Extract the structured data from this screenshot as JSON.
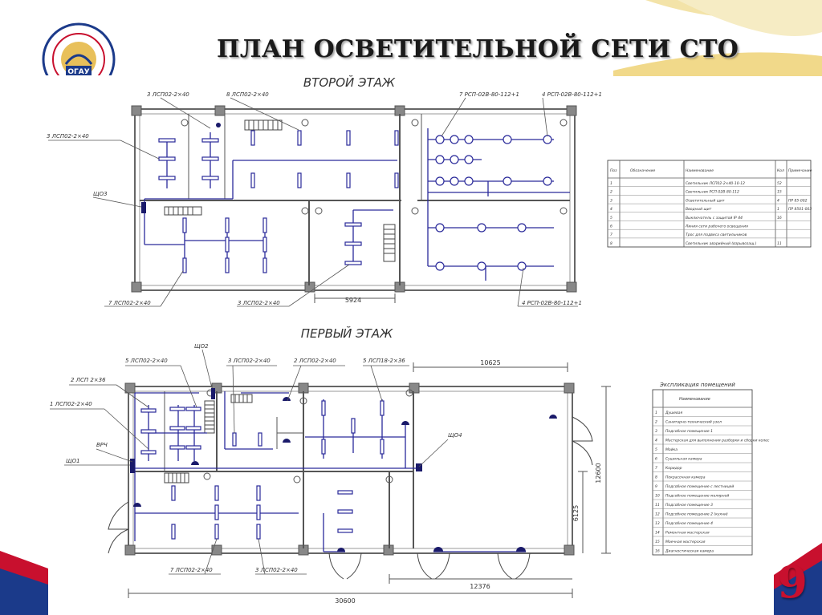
{
  "slide": {
    "title": "ПЛАН ОСВЕТИТЕЛЬНОЙ СЕТИ СТО",
    "page_number": "9",
    "logo_text": "ОГАУ"
  },
  "second_floor": {
    "heading": "ВТОРОЙ ЭТАЖ",
    "labels": {
      "a": "3 ЛСП02-2×40",
      "b": "8 ЛСП02-2×40",
      "c": "7 РСП-02В-80-112+1",
      "d": "4 РСП-02В-80-112+1",
      "e": "3 ЛСП02-2×40",
      "f": "ЩО3",
      "g": "7 ЛСП02-2×40",
      "h": "3 ЛСП02-2×40",
      "i": "4 РСП-02В-80-112+1"
    },
    "dimension": "5924"
  },
  "first_floor": {
    "heading": "ПЕРВЫЙ ЭТАЖ",
    "labels": {
      "a": "5 ЛСП02-2×40",
      "b": "ЩО2",
      "c": "3 ЛСП02-2×40",
      "d": "2 ЛСП02-2×40",
      "e": "5 ЛСП18-2×36",
      "f": "2 ЛСП 2×36",
      "g": "1 ЛСП02-2×40",
      "h": "ВРЧ",
      "i": "ЩО1",
      "j": "ЩО4",
      "k": "7 ЛСП02-2×40",
      "l": "3 ЛСП02-2×40"
    },
    "dimensions": {
      "top": "10625",
      "bottom_total": "30600",
      "bottom_right": "12376",
      "right_total": "12600",
      "right_part": "6125"
    }
  },
  "spec_table": {
    "headers": [
      "Поз",
      "Обозначение",
      "Наименование",
      "Кол",
      "Примечание"
    ],
    "rows": [
      [
        "1",
        "",
        "Светильник ЛСП02-2×40-10-12",
        "52",
        ""
      ],
      [
        "2",
        "",
        "Светильник РСП-02В-80-112",
        "15",
        ""
      ],
      [
        "3",
        "",
        "Осветительный щит",
        "4",
        "ПР 85-002"
      ],
      [
        "4",
        "",
        "Вводный щит",
        "1",
        "ПР 8501-003"
      ],
      [
        "5",
        "",
        "Выключатель с защитой IP 44",
        "16",
        ""
      ],
      [
        "6",
        "",
        "Линия сети рабочего освещения",
        "",
        ""
      ],
      [
        "7",
        "",
        "Трос для подвеса светильников",
        "",
        ""
      ],
      [
        "8",
        "",
        "Светильник аварийный (взрывозащ.)",
        "11",
        ""
      ]
    ]
  },
  "rooms_table": {
    "title": "Экспликация помещений",
    "headers": [
      "",
      "Наименование"
    ],
    "rows": [
      [
        "1",
        "Душевая"
      ],
      [
        "2",
        "Санитарно-технический узел"
      ],
      [
        "3",
        "Подсобное помещение 1"
      ],
      [
        "4",
        "Мастерская для выполнения разборки и сборки колес"
      ],
      [
        "5",
        "Мойка"
      ],
      [
        "6",
        "Сушильная камера"
      ],
      [
        "7",
        "Коридор"
      ],
      [
        "8",
        "Покрасочная камера"
      ],
      [
        "9",
        "Подсобное помещение с лестницей"
      ],
      [
        "10",
        "Подсобное помещение малярной"
      ],
      [
        "11",
        "Подсобное помещение 3"
      ],
      [
        "12",
        "Подсобное помещение 2 (кухни)"
      ],
      [
        "13",
        "Подсобное помещение 4"
      ],
      [
        "14",
        "Ремонтная мастерская"
      ],
      [
        "15",
        "Моечная мастерская"
      ],
      [
        "16",
        "Диагностическая камера"
      ]
    ]
  },
  "colors": {
    "accent_red": "#c8102e",
    "wiring_blue": "#2a2a9a",
    "wall_gray": "#555555"
  }
}
